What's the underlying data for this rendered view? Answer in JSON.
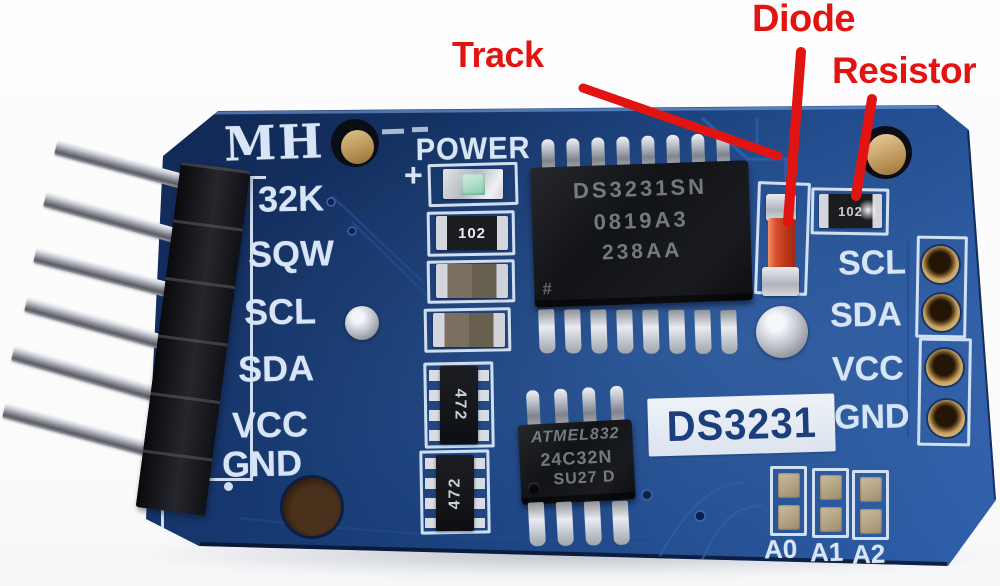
{
  "annotations": {
    "track": "Track",
    "diode": "Diode",
    "resistor": "Resistor",
    "color": "#e11411"
  },
  "pcb": {
    "brand": "MH",
    "power_label": "POWER",
    "plus_sign": "+",
    "left_labels": [
      "32K",
      "SQW",
      "SCL",
      "SDA",
      "VCC",
      "GND"
    ],
    "right_labels": [
      "SCL",
      "SDA",
      "VCC",
      "GND"
    ],
    "module_box_label": "DS3231",
    "jumper_labels": [
      "A0",
      "A1",
      "A2"
    ],
    "colors": {
      "board_blue": "#1b3e7e",
      "silkscreen": "#d8e5f7",
      "module_label_text": "#1d3e7c",
      "annotation_red": "#e11411"
    }
  },
  "components": {
    "rtc_ic": {
      "line1": "DS3231SN",
      "line2": "0819A3",
      "line3": "238AA",
      "corner_mark": "#"
    },
    "eeprom_ic": {
      "line1": "ATMEL832",
      "line2": "24C32N",
      "line3": "SU27 D"
    },
    "power_resistor_marking": "102",
    "pullup_resistor_marking": "102",
    "resistor_network_marking": "472"
  }
}
